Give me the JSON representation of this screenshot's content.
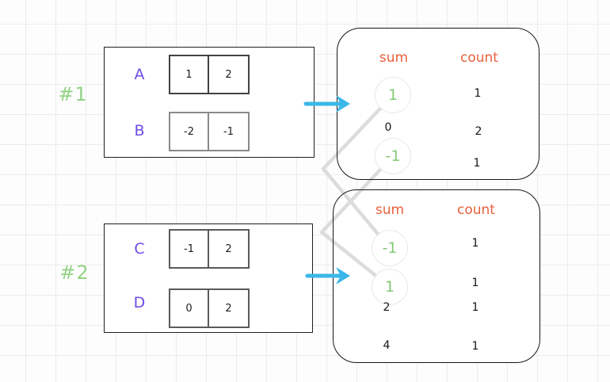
{
  "examples": [
    {
      "label": "#1",
      "arrays": [
        {
          "name": "A",
          "cells": [
            "1",
            "2"
          ]
        },
        {
          "name": "B",
          "cells": [
            "-2",
            "-1"
          ]
        }
      ],
      "table": {
        "sum_header": "sum",
        "count_header": "count",
        "rows": [
          {
            "sum": "1",
            "count": "1",
            "circled": true
          },
          {
            "sum": "0",
            "count": "2",
            "circled": false
          },
          {
            "sum": "-1",
            "count": "1",
            "circled": true
          }
        ]
      }
    },
    {
      "label": "#2",
      "arrays": [
        {
          "name": "C",
          "cells": [
            "-1",
            "2"
          ]
        },
        {
          "name": "D",
          "cells": [
            "0",
            "2"
          ]
        }
      ],
      "table": {
        "sum_header": "sum",
        "count_header": "count",
        "rows": [
          {
            "sum": "-1",
            "count": "1",
            "circled": true
          },
          {
            "sum": "1",
            "count": "1",
            "circled": true
          },
          {
            "sum": "2",
            "count": "1",
            "circled": false
          },
          {
            "sum": "4",
            "count": "1",
            "circled": false
          }
        ]
      }
    }
  ],
  "connections": [
    {
      "from": "example-1 circled sum 1",
      "to": "example-2 circled sum -1"
    },
    {
      "from": "example-1 circled sum -1",
      "to": "example-2 circled sum 1"
    }
  ],
  "colors": {
    "example_label_green": "#94d286",
    "array_name_purple": "#6c4be5",
    "header_orange": "#e7603d",
    "circled_value_green": "#85ca76",
    "arrow_cyan": "#3ab7e8",
    "connector_gray": "#dcdcdc"
  }
}
